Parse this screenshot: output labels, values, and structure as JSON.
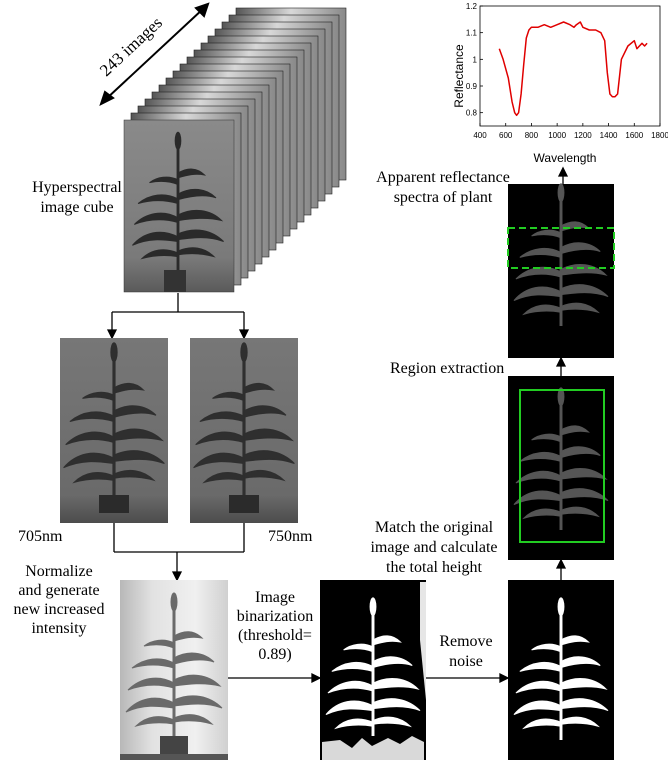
{
  "labels": {
    "cube_count": "243 images",
    "cube_title": [
      "Hyperspectral",
      "image cube"
    ],
    "band_705": "705nm",
    "band_750": "750nm",
    "normalize": [
      "Normalize",
      "and generate",
      "new increased",
      "intensity"
    ],
    "binarization": [
      "Image",
      "binarization",
      "(threshold=",
      "0.89)"
    ],
    "remove_noise": [
      "Remove",
      "noise"
    ],
    "match_height": [
      "Match the original",
      "image and calculate",
      "the total height"
    ],
    "region_extraction": "Region extraction",
    "reflectance_spectra": [
      "Apparent reflectance",
      "spectra of plant"
    ]
  },
  "colors": {
    "spectrum_line": "#e00000",
    "region_box": "#22cc22",
    "roi_dashed": "#22cc22"
  },
  "chart_data": {
    "type": "line",
    "xlabel": "Wavelength",
    "ylabel": "Reflectance",
    "xlim": [
      400,
      1800
    ],
    "ylim": [
      0.75,
      1.2
    ],
    "xticks": [
      "400",
      "600",
      "800",
      "1000",
      "1200",
      "1400",
      "1600",
      "1800"
    ],
    "yticks": [
      "0.8",
      "0.9",
      "1",
      "1.1",
      "1.2"
    ],
    "grid": false,
    "series": [
      {
        "x": [
          550,
          580,
          620,
          650,
          670,
          685,
          700,
          720,
          740,
          760,
          780,
          800,
          850,
          900,
          950,
          1000,
          1050,
          1100,
          1130,
          1150,
          1180,
          1200,
          1250,
          1300,
          1340,
          1370,
          1390,
          1410,
          1430,
          1450,
          1470,
          1500,
          1550,
          1600,
          1620,
          1640,
          1660,
          1680,
          1700
        ],
        "y": [
          1.04,
          1.0,
          0.93,
          0.84,
          0.8,
          0.79,
          0.8,
          0.87,
          0.98,
          1.08,
          1.11,
          1.12,
          1.12,
          1.13,
          1.12,
          1.13,
          1.14,
          1.13,
          1.12,
          1.13,
          1.14,
          1.12,
          1.11,
          1.11,
          1.1,
          1.07,
          0.95,
          0.87,
          0.86,
          0.86,
          0.87,
          1.0,
          1.05,
          1.07,
          1.04,
          1.05,
          1.06,
          1.05,
          1.06
        ]
      }
    ]
  }
}
